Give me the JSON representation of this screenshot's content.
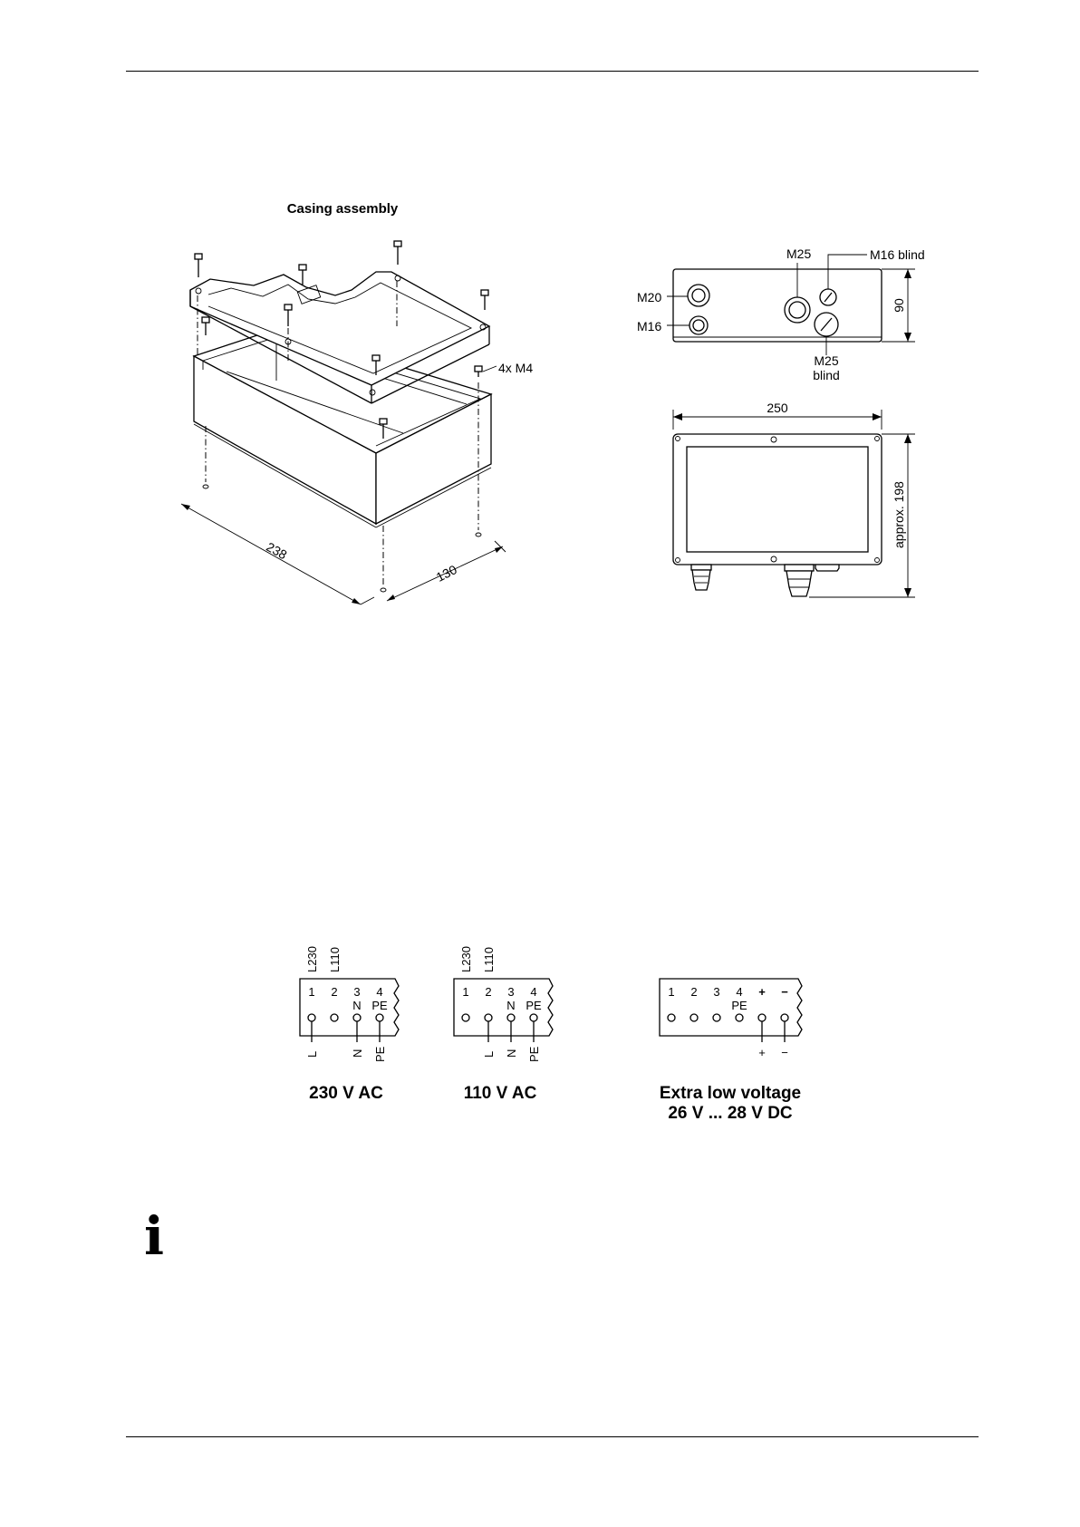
{
  "figures": {
    "casing_assembly": {
      "title": "Casing assembly",
      "screw_label": "4x M4",
      "dim_length": "238",
      "dim_width": "130"
    },
    "side_view": {
      "m20": "M20",
      "m16": "M16",
      "m25": "M25",
      "m16_blind": "M16 blind",
      "m25_blind_line1": "M25",
      "m25_blind_line2": "blind",
      "dim_height": "90"
    },
    "front_view": {
      "dim_width": "250",
      "dim_height": "approx. 198"
    }
  },
  "terminals": [
    {
      "top_labels": [
        "L230",
        "L110"
      ],
      "numbers": [
        "1",
        "2",
        "3",
        "4"
      ],
      "sub_labels": [
        "",
        "",
        "N",
        "PE"
      ],
      "wire_labels": [
        "L",
        "N",
        "PE"
      ],
      "caption": "230 V AC"
    },
    {
      "top_labels": [
        "L230",
        "L110"
      ],
      "numbers": [
        "1",
        "2",
        "3",
        "4"
      ],
      "sub_labels": [
        "",
        "",
        "N",
        "PE"
      ],
      "wire_labels": [
        "L",
        "N",
        "PE"
      ],
      "caption": "110 V AC"
    },
    {
      "numbers": [
        "1",
        "2",
        "3",
        "4",
        "+",
        "−"
      ],
      "sub_labels": [
        "",
        "",
        "",
        "PE",
        "",
        ""
      ],
      "wire_labels": [
        "+",
        "−"
      ],
      "caption_line1": "Extra low voltage",
      "caption_line2": "26 V ... 28 V DC"
    }
  ],
  "info_icon": "i"
}
